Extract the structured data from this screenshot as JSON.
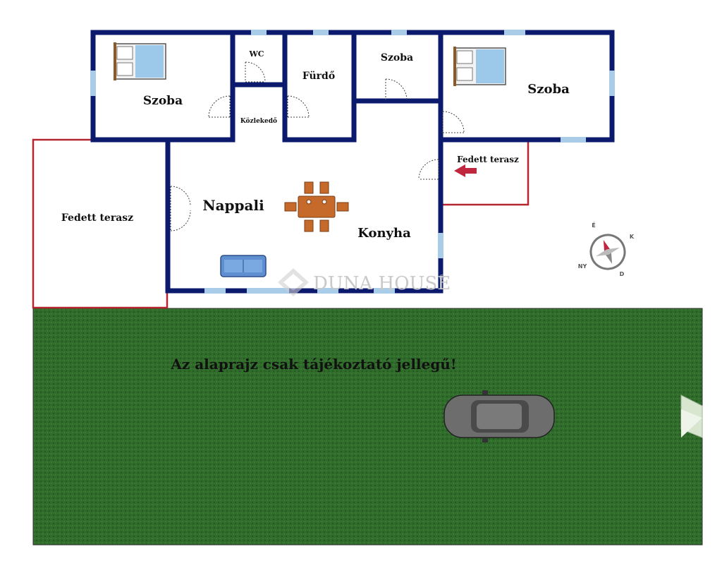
{
  "rooms": {
    "szoba_left": "Szoba",
    "wc": "WC",
    "furdo": "Fürdő",
    "szoba_mid": "Szoba",
    "szoba_right": "Szoba",
    "kozlekedo": "Közlekedő",
    "nappali": "Nappali",
    "konyha": "Konyha",
    "terasz_left": "Fedett terasz",
    "terasz_right": "Fedett terasz"
  },
  "notice": "Az alaprajz csak tájékoztató jellegű!",
  "watermark": {
    "brand": "DUNA HOUSE",
    "mark": "®"
  },
  "compass": {
    "n": "É",
    "e": "K",
    "s": "D",
    "w": "NY"
  },
  "colors": {
    "wall": "#0c1a6e",
    "window": "#a9cde8",
    "terrace_border": "#b5262e",
    "lawn": "#2f6b2a",
    "arrow": "#c0263d",
    "furniture_wood": "#c66a2c",
    "sofa": "#5f8fd0",
    "car": "#707070"
  },
  "icons": [
    "bed-icon",
    "door-swing-icon",
    "dining-table-icon",
    "sofa-icon",
    "arrow-left-icon",
    "compass-icon",
    "car-icon",
    "watermark-logo-icon"
  ]
}
